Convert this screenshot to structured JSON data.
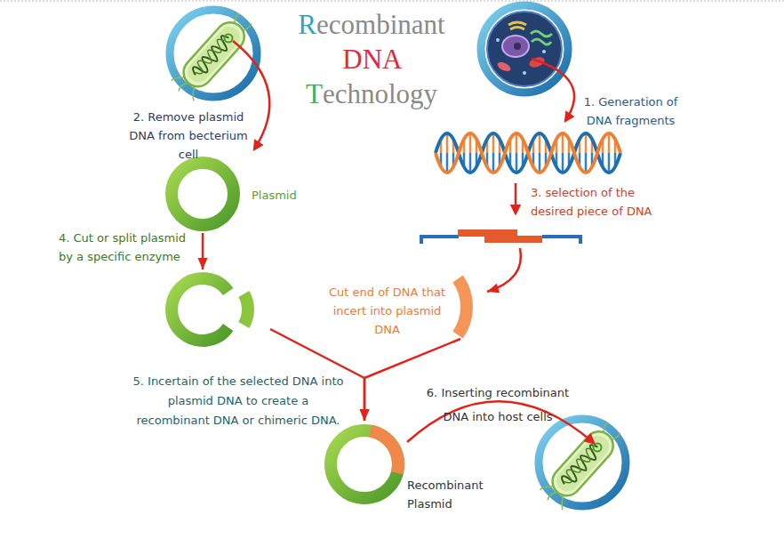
{
  "diagram": {
    "title": "Recombinant DNA Technology",
    "nodes": [
      {
        "text": [
          "Plasmid"
        ]
      },
      {
        "text": [
          "4. Cut or split plasmid by a specific enzyme"
        ]
      },
      {
        "text": [
          "3. selection of the desired piece of DNA"
        ]
      },
      {
        "text": [
          "Cut end of DNA that incert into plasmid DNA"
        ]
      },
      {
        "text": [
          "Recombinant Plasmid"
        ]
      }
    ],
    "edges": [
      {
        "from": 0,
        "to": 1,
        "arrow": "to"
      },
      {
        "from": 2,
        "to": 3,
        "arrow": "to"
      },
      {
        "from": 1,
        "to": 4,
        "arrow": "to"
      },
      {
        "from": 3,
        "to": 4,
        "arrow": "to"
      }
    ],
    "labels": [
      "1. Generation of DNA fragments",
      "2. Remove plasmid DNA from becterium cell",
      "5. Incertain of the selected DNA into plasmid DNA to create a recombinant DNA or chimeric DNA.",
      "6. Inserting recombinant DNA into host cells"
    ]
  }
}
